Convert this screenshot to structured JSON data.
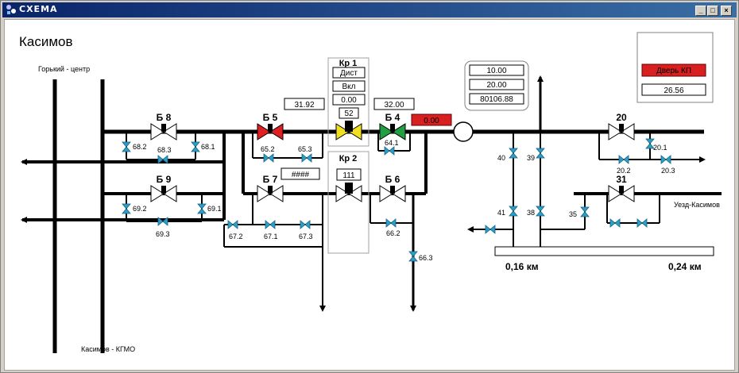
{
  "window": {
    "title": "СХЕМА",
    "minimize": "_",
    "maximize": "□",
    "close": "×"
  },
  "station": "Касимов",
  "labels": {
    "gorky": "Горький - центр",
    "kasimov_kgmo": "Касимов - КГМО",
    "uyezd": "Уезд-Касимов",
    "km1": "0,16  км",
    "km2": "0,24  км"
  },
  "kp": {
    "door": "Дверь КП",
    "value": "26.56"
  },
  "kr1": {
    "title": "Кр 1",
    "mode": "Дист",
    "state": "Вкл",
    "value": "0.00",
    "pos": "52"
  },
  "kr2": {
    "title": "Кр 2",
    "pos": "111"
  },
  "readouts": {
    "p1": "31.92",
    "p2": "32.00",
    "alarm": "0.00",
    "hash": "####",
    "top1": "10.00",
    "top2": "20.00",
    "top3": "80106.88"
  },
  "valves": {
    "b8": "Б 8",
    "b9": "Б 9",
    "b5": "Б 5",
    "b7": "Б 7",
    "b4": "Б 4",
    "b6": "Б 6",
    "v20": "20",
    "v31": "31"
  },
  "small_valves": {
    "v68_2": "68.2",
    "v68_3": "68.3",
    "v68_1": "68.1",
    "v69_2": "69.2",
    "v69_3": "69.3",
    "v69_1": "69.1",
    "v65_2": "65.2",
    "v65_3": "65.3",
    "v64_1": "64.1",
    "v67_2": "67.2",
    "v67_1": "67.1",
    "v67_3": "67.3",
    "v66_2": "66.2",
    "v66_3": "66.3",
    "v40": "40",
    "v39": "39",
    "v41": "41",
    "v38": "38",
    "v35": "35",
    "v20_1": "20.1",
    "v20_2": "20.2",
    "v20_3": "20.3"
  },
  "colors": {
    "b5": "#e02020",
    "kr1": "#f0e020",
    "b4": "#20a040",
    "alarm_bg": "#d82020",
    "small_valve": "#2aa0c8"
  }
}
